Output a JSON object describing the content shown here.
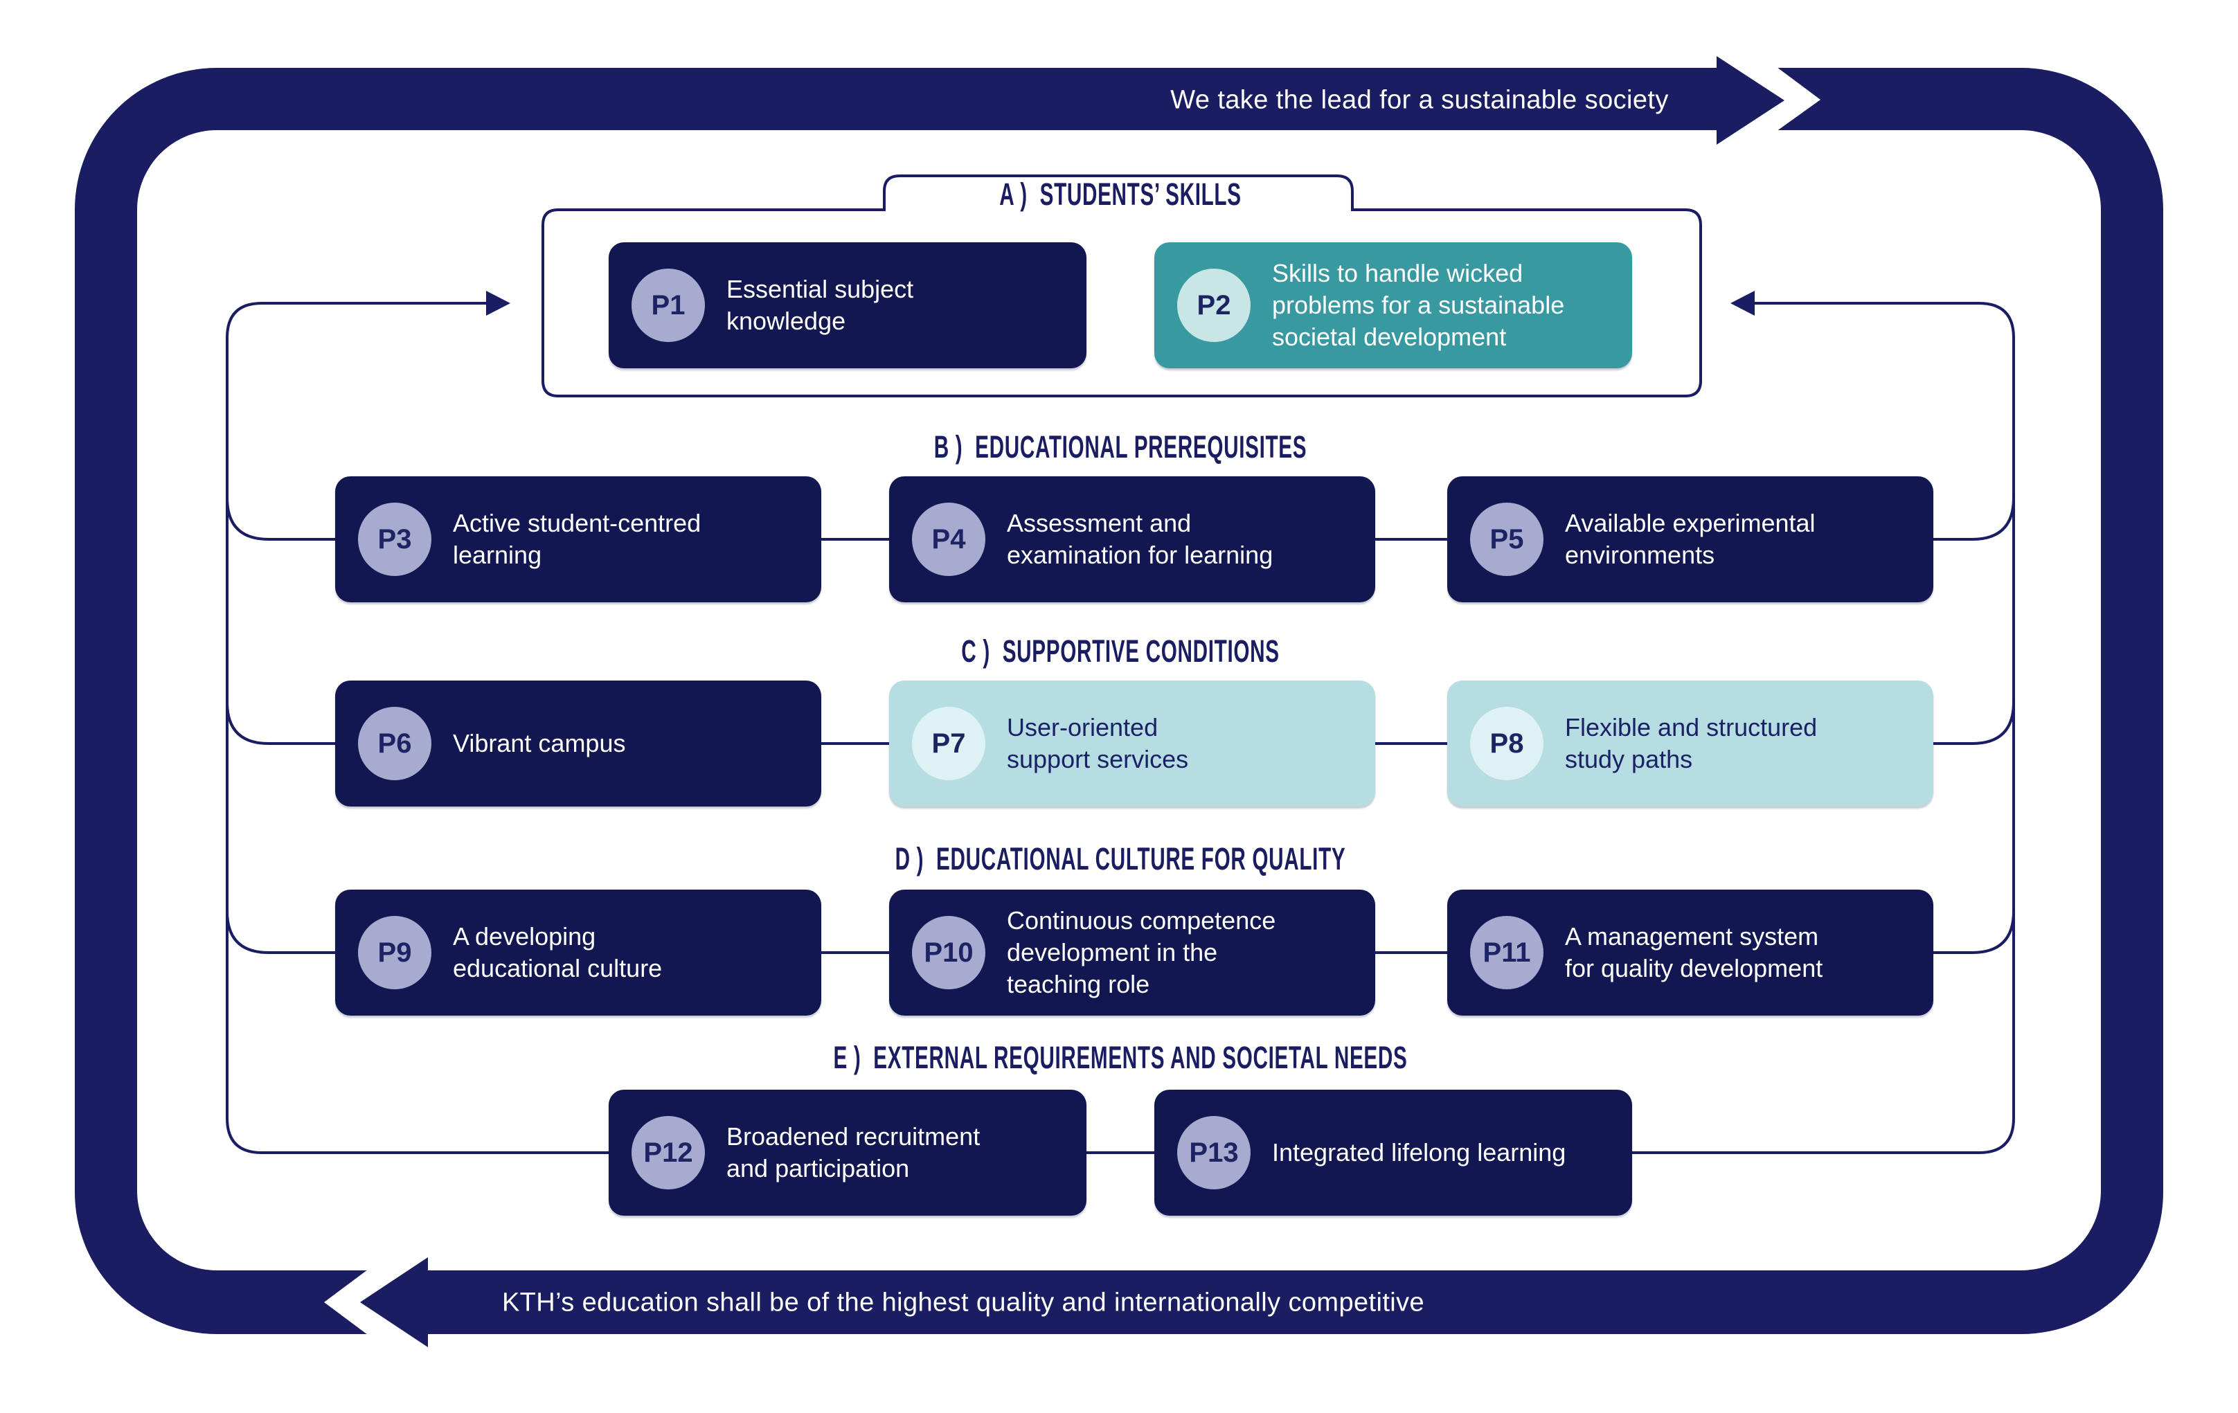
{
  "banners": {
    "top": "We take the lead for a sustainable society",
    "bottom": "KTH’s education shall be of the highest quality and internationally competitive"
  },
  "sections": [
    {
      "key": "A",
      "label": "A )  STUDENTS’ SKILLS"
    },
    {
      "key": "B",
      "label": "B )  EDUCATIONAL PREREQUISITES"
    },
    {
      "key": "C",
      "label": "C )  SUPPORTIVE CONDITIONS"
    },
    {
      "key": "D",
      "label": "D )  EDUCATIONAL CULTURE FOR QUALITY"
    },
    {
      "key": "E",
      "label": "E )  EXTERNAL REQUIREMENTS AND SOCIETAL NEEDS"
    }
  ],
  "cards": [
    {
      "id": "P1",
      "section": "A",
      "theme": "navy",
      "text": [
        "Essential subject",
        "knowledge"
      ]
    },
    {
      "id": "P2",
      "section": "A",
      "theme": "teal",
      "text": [
        "Skills to handle wicked",
        "problems for a sustainable",
        "societal development"
      ]
    },
    {
      "id": "P3",
      "section": "B",
      "theme": "navy",
      "text": [
        "Active student-centred",
        "learning"
      ]
    },
    {
      "id": "P4",
      "section": "B",
      "theme": "navy",
      "text": [
        "Assessment and",
        "examination for learning"
      ]
    },
    {
      "id": "P5",
      "section": "B",
      "theme": "navy",
      "text": [
        "Available experimental",
        "environments"
      ]
    },
    {
      "id": "P6",
      "section": "C",
      "theme": "navy",
      "text": [
        "Vibrant campus"
      ]
    },
    {
      "id": "P7",
      "section": "C",
      "theme": "light",
      "text": [
        "User-oriented",
        "support services"
      ]
    },
    {
      "id": "P8",
      "section": "C",
      "theme": "light",
      "text": [
        "Flexible and structured",
        "study paths"
      ]
    },
    {
      "id": "P9",
      "section": "D",
      "theme": "navy",
      "text": [
        "A developing",
        "educational culture"
      ]
    },
    {
      "id": "P10",
      "section": "D",
      "theme": "navy",
      "text": [
        "Continuous competence",
        "development in the",
        "teaching role"
      ]
    },
    {
      "id": "P11",
      "section": "D",
      "theme": "navy",
      "text": [
        "A management system",
        "for quality development"
      ]
    },
    {
      "id": "P12",
      "section": "E",
      "theme": "navy",
      "text": [
        "Broadened recruitment",
        "and participation"
      ]
    },
    {
      "id": "P13",
      "section": "E",
      "theme": "navy",
      "text": [
        "Integrated lifelong learning"
      ]
    }
  ],
  "colors": {
    "ring_navy": "#1a1d61",
    "card_navy": "#121751",
    "card_teal": "#389aa0",
    "card_light_blue": "#b6dde2",
    "badge_lavender": "#a7abd0",
    "badge_pale_teal": "#c9e6e6",
    "badge_pale_blue": "#def2f4",
    "text_navy": "#1e2463",
    "text_white": "#ffffff"
  }
}
